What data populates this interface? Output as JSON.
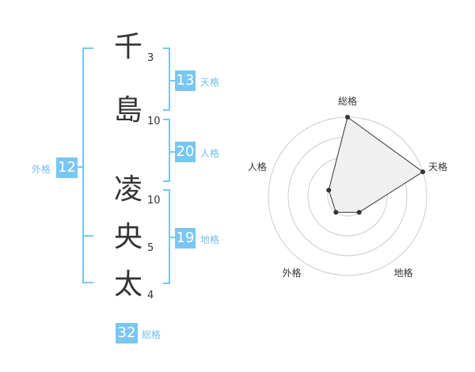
{
  "name_chars": [
    {
      "char": "千",
      "strokes": "3"
    },
    {
      "char": "島",
      "strokes": "10"
    },
    {
      "char": "凌",
      "strokes": "10"
    },
    {
      "char": "央",
      "strokes": "5"
    },
    {
      "char": "太",
      "strokes": "4"
    }
  ],
  "fortune": {
    "ten": {
      "value": "13",
      "label": "天格"
    },
    "jin": {
      "value": "20",
      "label": "人格"
    },
    "chi": {
      "value": "19",
      "label": "地格"
    },
    "gai": {
      "value": "12",
      "label": "外格"
    },
    "so": {
      "value": "32",
      "label": "総格"
    }
  },
  "colors": {
    "accent": "#79c6f1",
    "text": "#333333",
    "radar_fill": "#f0f0f0"
  },
  "chart_data": {
    "type": "radar",
    "axes": [
      "総格",
      "天格",
      "地格",
      "外格",
      "人格"
    ],
    "values": [
      4,
      4,
      1,
      1,
      1
    ],
    "max": 4,
    "rings": 4
  }
}
